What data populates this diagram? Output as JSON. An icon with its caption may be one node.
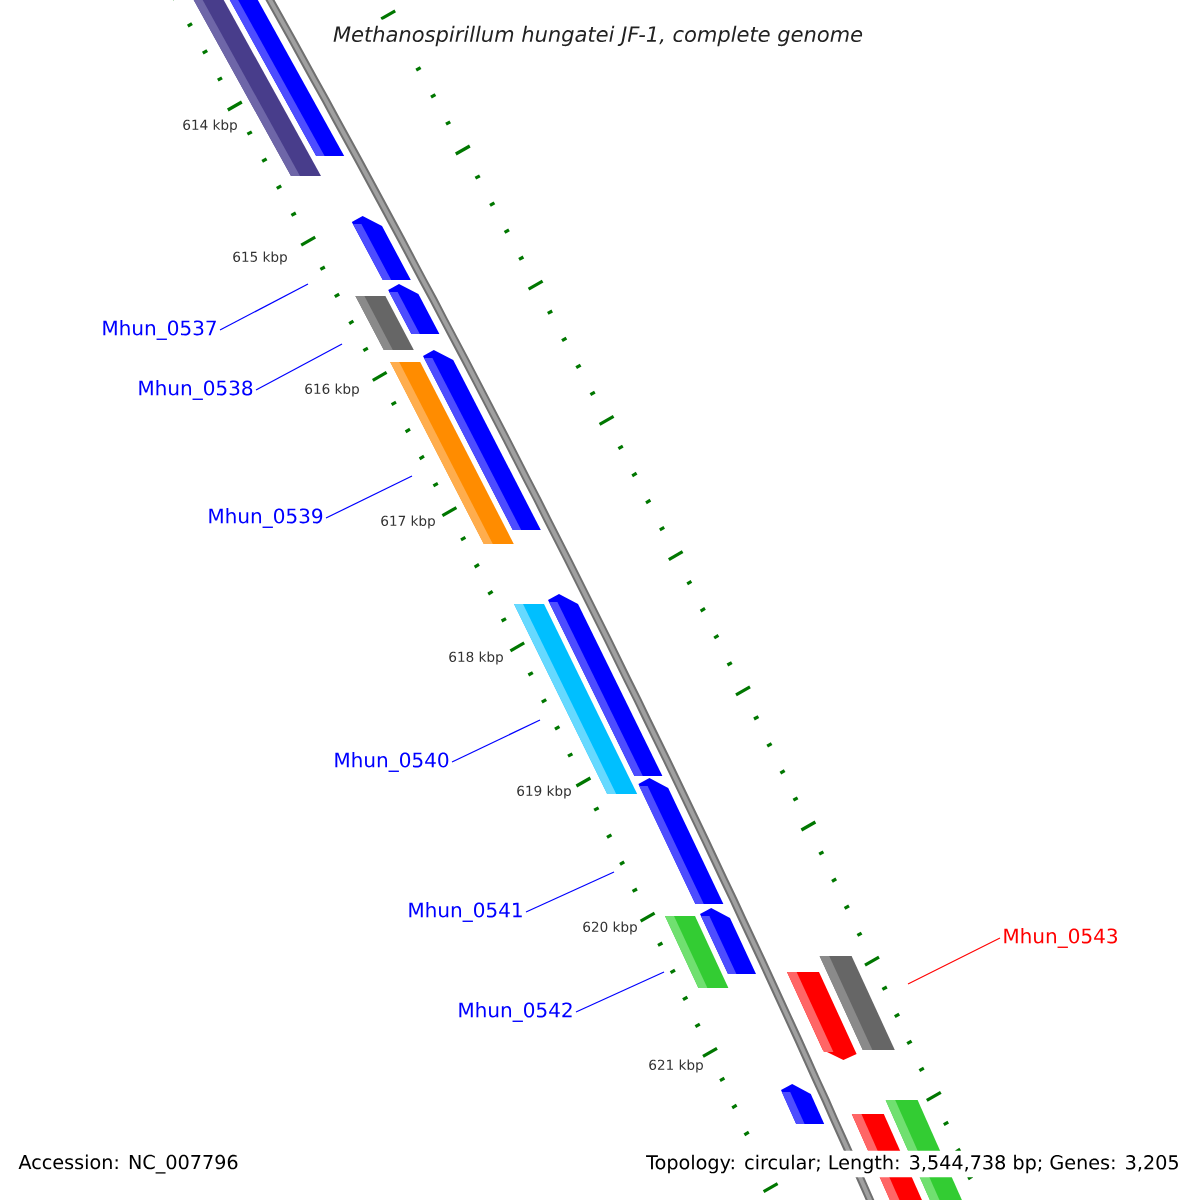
{
  "diagram": {
    "title": "Methanospirillum hungatei JF-1, complete genome",
    "nodes": [
      {
        "text": [
          "Mhun_0537"
        ]
      },
      {
        "text": [
          "Mhun_0538"
        ]
      },
      {
        "text": [
          "Mhun_0539"
        ]
      },
      {
        "text": [
          "Mhun_0540"
        ]
      },
      {
        "text": [
          "Mhun_0541"
        ]
      },
      {
        "text": [
          "Mhun_0542"
        ]
      },
      {
        "text": [
          "Mhun_0543"
        ]
      }
    ],
    "edges": [
      {
        "from": 0,
        "to": null,
        "arrow": "none"
      },
      {
        "from": 1,
        "to": null,
        "arrow": "none"
      },
      {
        "from": 2,
        "to": null,
        "arrow": "none"
      },
      {
        "from": 3,
        "to": null,
        "arrow": "none"
      },
      {
        "from": 4,
        "to": null,
        "arrow": "none"
      },
      {
        "from": 5,
        "to": null,
        "arrow": "none"
      },
      {
        "from": 6,
        "to": null,
        "arrow": "none",
        "color": "#ff0000"
      }
    ],
    "labels": [
      "614 kbp",
      "615 kbp",
      "616 kbp",
      "617 kbp",
      "618 kbp",
      "619 kbp",
      "620 kbp",
      "621 kbp",
      "Accession: NC_007796",
      "Topology: circular; Length: 3,544,738 bp; Genes: 3,205"
    ]
  }
}
